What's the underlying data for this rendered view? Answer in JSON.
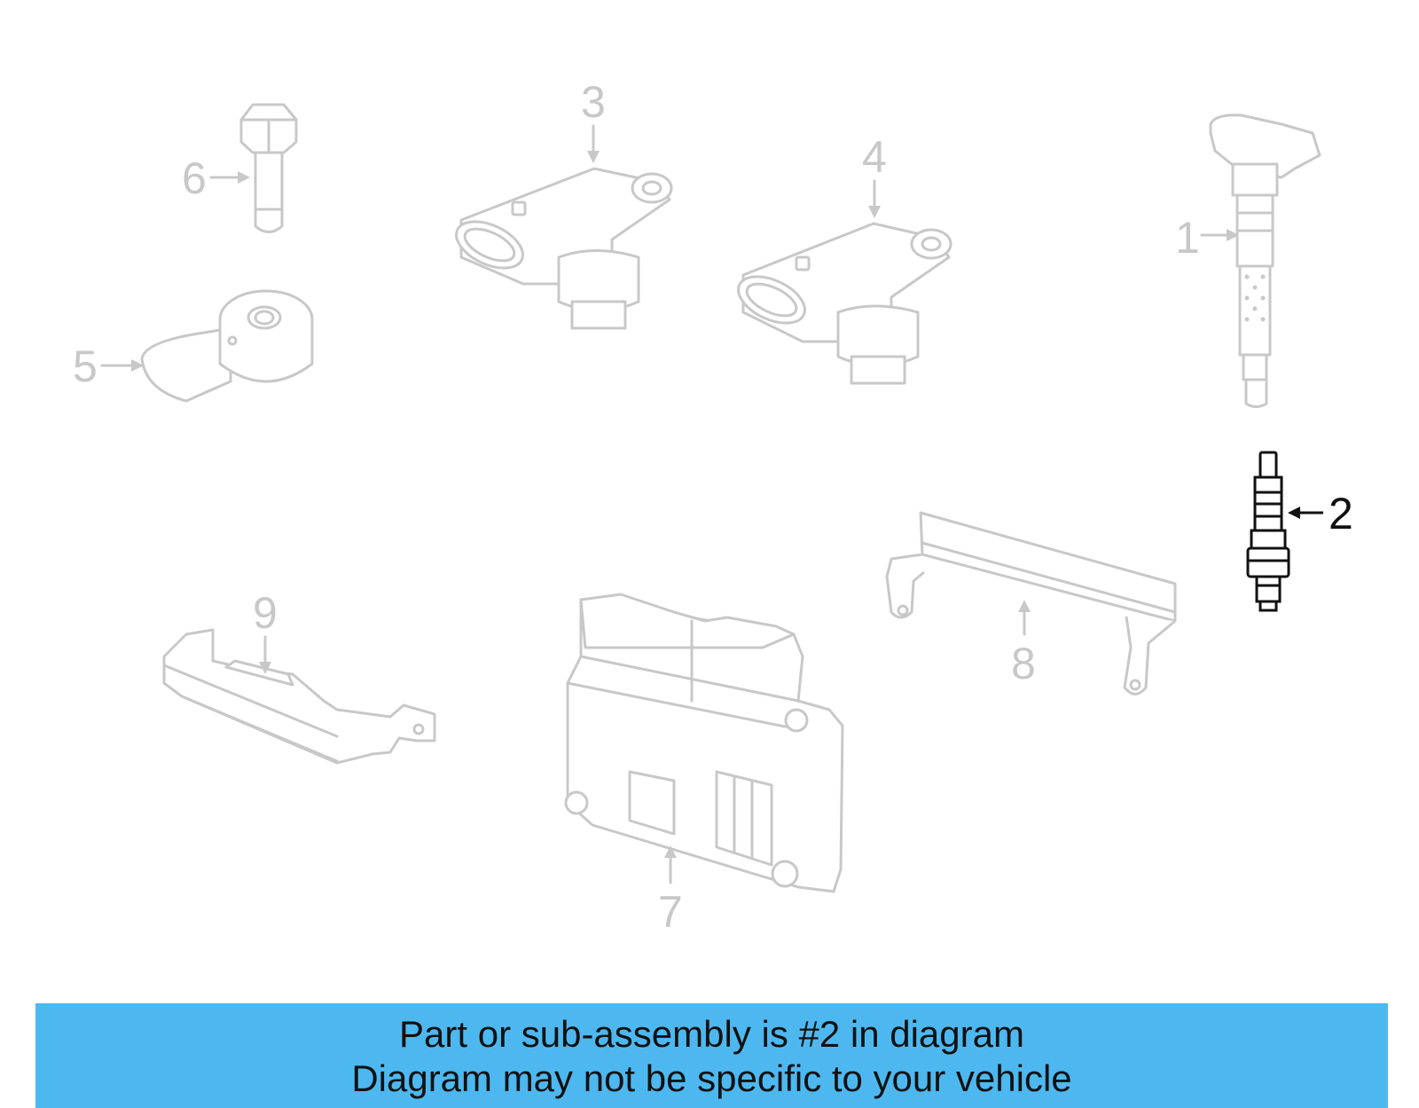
{
  "diagram": {
    "highlighted_part": "2",
    "highlight_color": "#4db8f0",
    "dim_color": "#c8c8c8",
    "callouts": {
      "c1": "1",
      "c2": "2",
      "c3": "3",
      "c4": "4",
      "c5": "5",
      "c6": "6",
      "c7": "7",
      "c8": "8",
      "c9": "9"
    }
  },
  "banner": {
    "line1": "Part or sub-assembly is #2 in diagram",
    "line2": "Diagram may not be specific to your vehicle",
    "background": "#4db8f0"
  }
}
